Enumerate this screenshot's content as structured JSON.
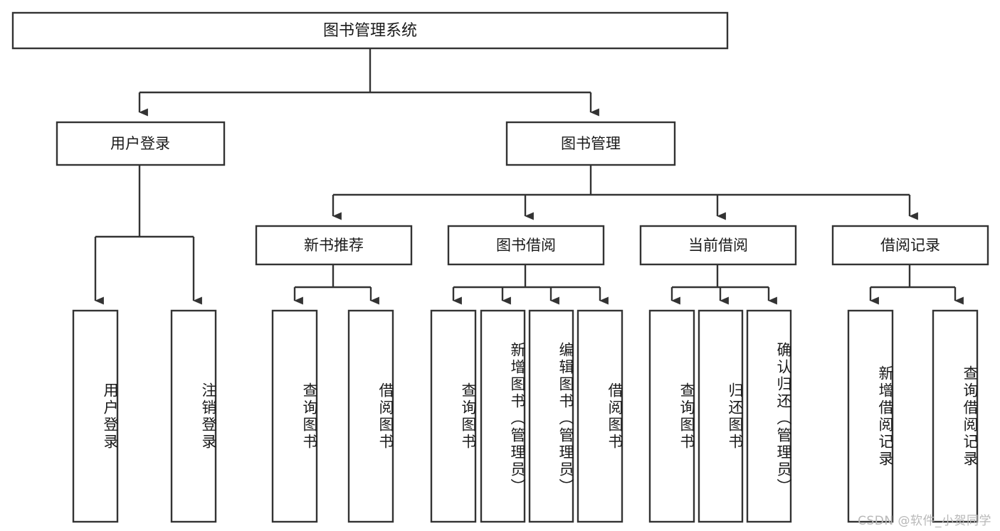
{
  "diagram": {
    "type": "tree",
    "orientation": "top-down",
    "title": "图书管理系统",
    "colors": {
      "background": "#ffffff",
      "box_stroke": "#333333",
      "box_fill": "#ffffff",
      "text": "#1a1a1a",
      "watermark": "#b8b8b8"
    },
    "root": {
      "label": "图书管理系统",
      "id": "root"
    },
    "level2": [
      {
        "id": "user-login",
        "label": "用户登录"
      },
      {
        "id": "book-management",
        "label": "图书管理"
      }
    ],
    "level3": [
      {
        "id": "new-book-recommend",
        "label": "新书推荐",
        "parent": "book-management"
      },
      {
        "id": "book-borrow",
        "label": "图书借阅",
        "parent": "book-management"
      },
      {
        "id": "current-borrow",
        "label": "当前借阅",
        "parent": "book-management"
      },
      {
        "id": "borrow-record",
        "label": "借阅记录",
        "parent": "book-management"
      }
    ],
    "leaves": [
      {
        "id": "leaf-user-login",
        "label": "用户登录",
        "parent": "user-login"
      },
      {
        "id": "leaf-logout-login",
        "label": "注销登录",
        "parent": "user-login"
      },
      {
        "id": "leaf-query-book-1",
        "label": "查询图书",
        "parent": "new-book-recommend"
      },
      {
        "id": "leaf-borrow-book-1",
        "label": "借阅图书",
        "parent": "new-book-recommend"
      },
      {
        "id": "leaf-query-book-2",
        "label": "查询图书",
        "parent": "book-borrow"
      },
      {
        "id": "leaf-add-book",
        "label": "新增图书（管理员）",
        "parent": "book-borrow"
      },
      {
        "id": "leaf-edit-book",
        "label": "编辑图书（管理员）",
        "parent": "book-borrow"
      },
      {
        "id": "leaf-borrow-book-2",
        "label": "借阅图书",
        "parent": "book-borrow"
      },
      {
        "id": "leaf-query-book-3",
        "label": "查询图书",
        "parent": "current-borrow"
      },
      {
        "id": "leaf-return-book",
        "label": "归还图书",
        "parent": "current-borrow"
      },
      {
        "id": "leaf-confirm-return",
        "label": "确认归还（管理员）",
        "parent": "current-borrow"
      },
      {
        "id": "leaf-add-record",
        "label": "新增借阅记录",
        "parent": "borrow-record"
      },
      {
        "id": "leaf-query-record",
        "label": "查询借阅记录",
        "parent": "borrow-record"
      }
    ],
    "watermark": "CSDN @软件_小贺同学"
  }
}
